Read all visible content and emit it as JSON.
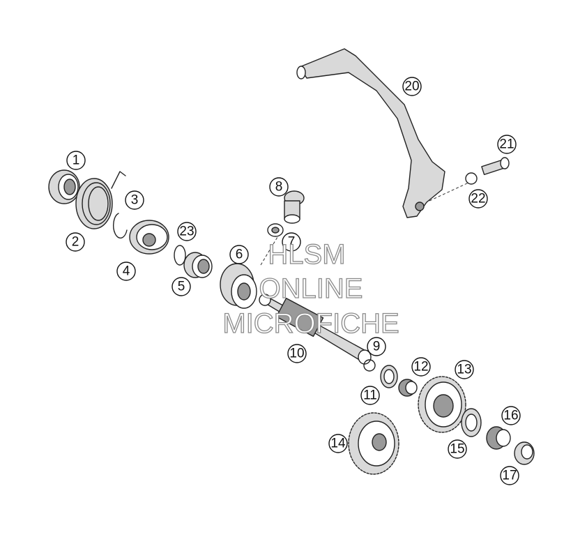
{
  "watermark": {
    "line1": "HLSM",
    "line2": "ONLINE",
    "line3": "MICROFICHE"
  },
  "callouts": [
    "1",
    "2",
    "3",
    "4",
    "5",
    "6",
    "7",
    "8",
    "9",
    "10",
    "11",
    "12",
    "13",
    "14",
    "15",
    "16",
    "17",
    "20",
    "21",
    "22",
    "23"
  ],
  "colors": {
    "line": "#222222",
    "shade": "#d9d9d9",
    "watermark_stroke": "#8a8a8a"
  }
}
